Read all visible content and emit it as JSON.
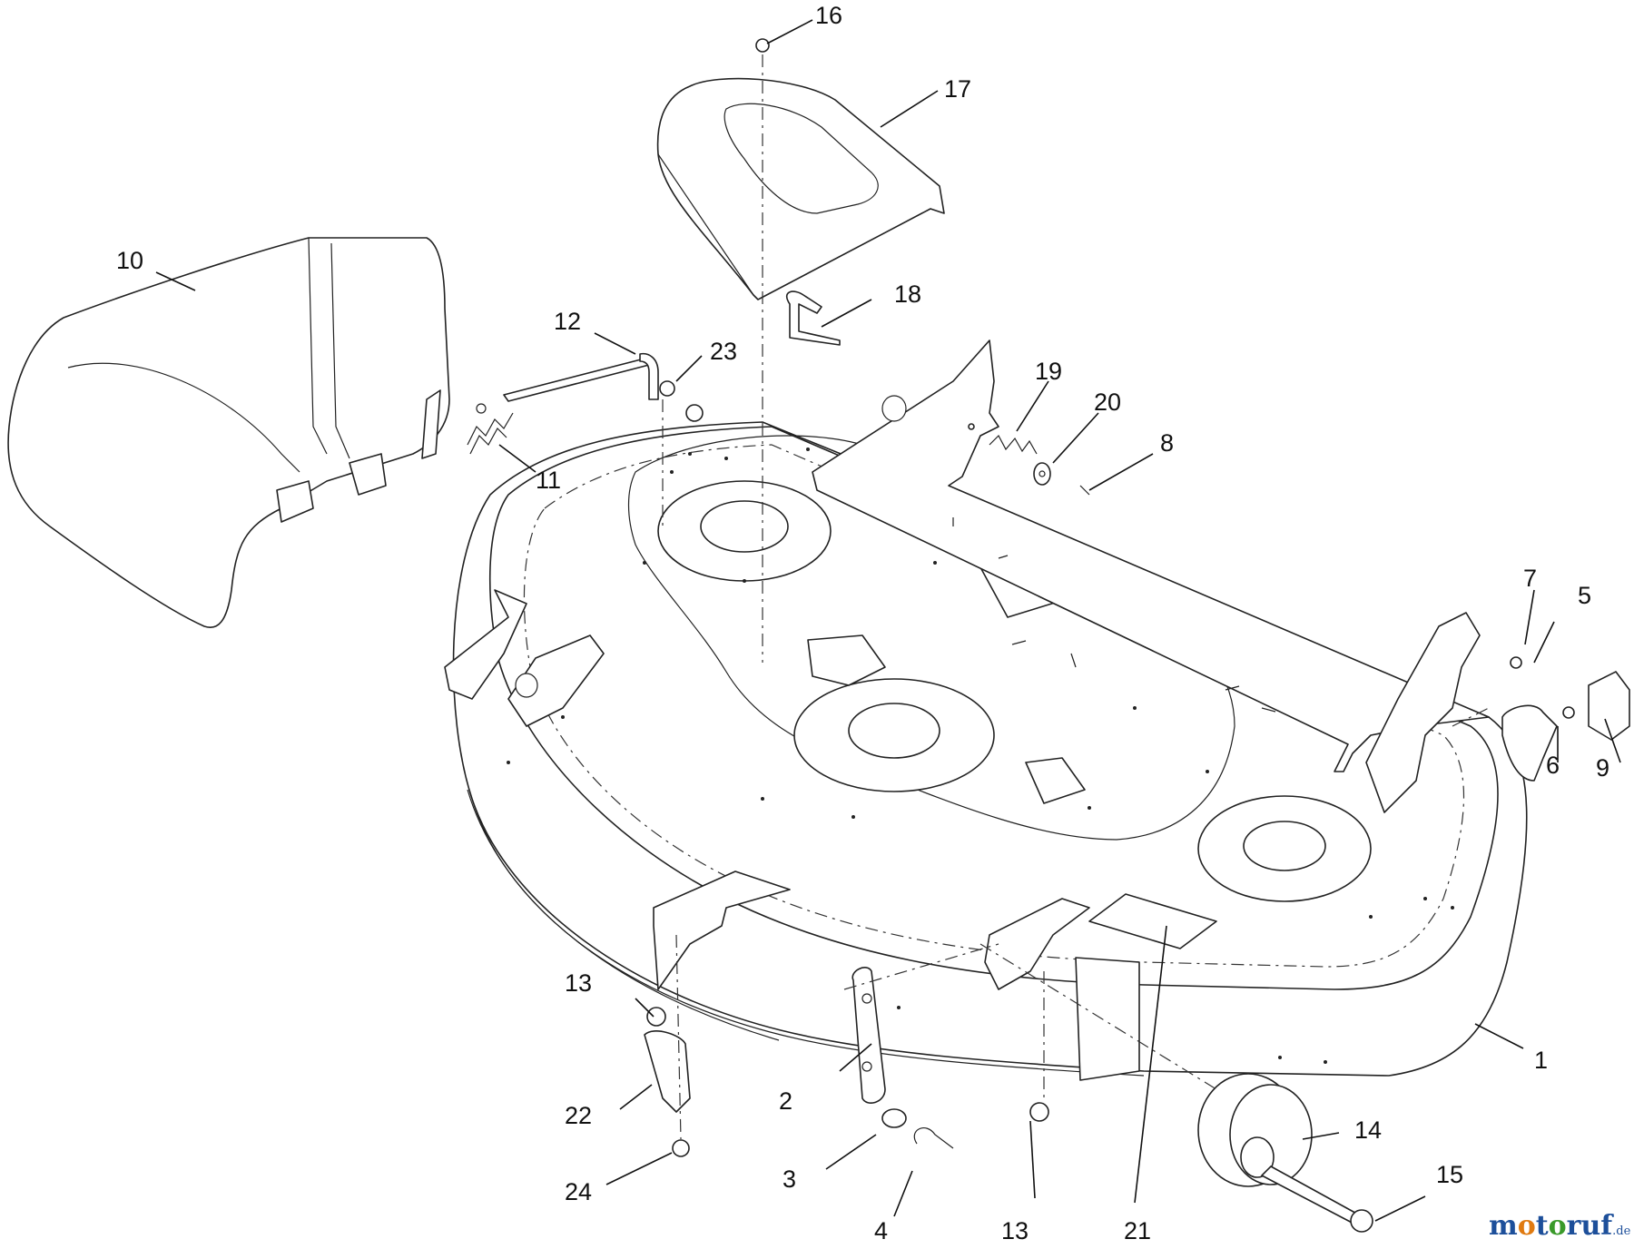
{
  "diagram": {
    "callouts": [
      "1",
      "2",
      "3",
      "4",
      "5",
      "6",
      "7",
      "8",
      "9",
      "10",
      "11",
      "12",
      "13",
      "13",
      "14",
      "15",
      "16",
      "17",
      "18",
      "19",
      "20",
      "21",
      "22",
      "23",
      "24"
    ]
  },
  "watermark": {
    "parts": [
      "m",
      "o",
      "t",
      "o",
      "r",
      "u",
      "f"
    ],
    "suffix": ".de"
  },
  "colors": {
    "line": "#222222",
    "watermark_m": "#1d4f9a",
    "watermark_o1": "#e07a10",
    "watermark_o2": "#3a9a2a",
    "watermark_rest": "#1d4f9a"
  }
}
